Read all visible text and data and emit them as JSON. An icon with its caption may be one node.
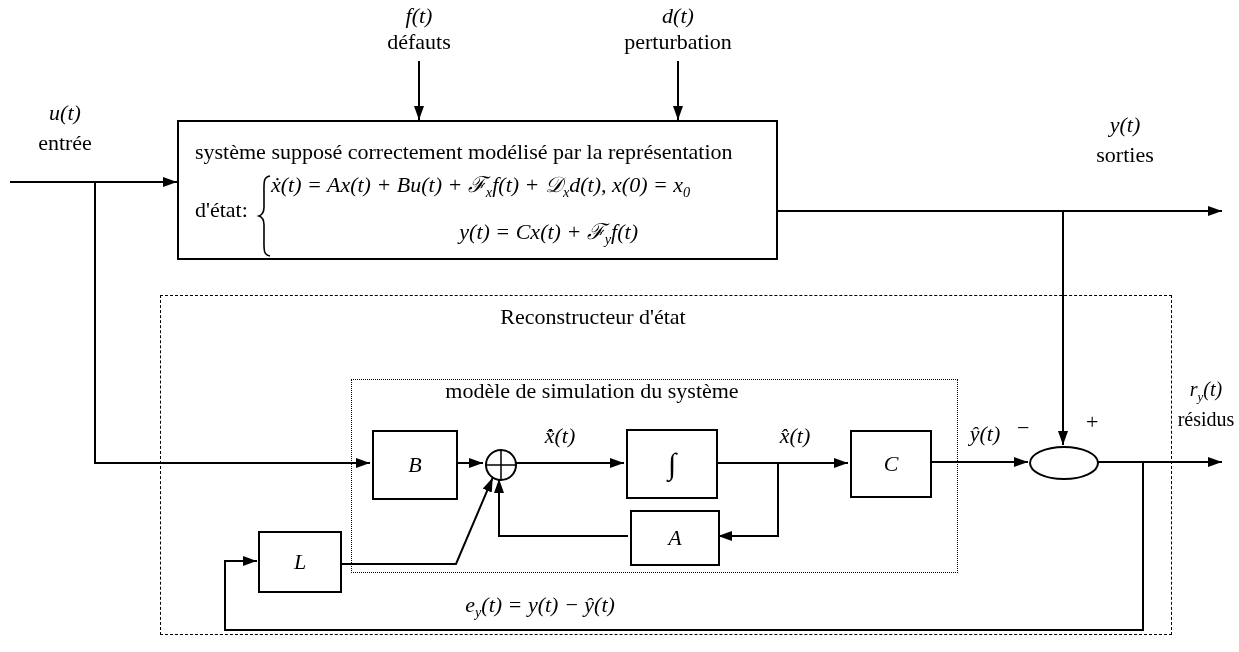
{
  "diagram": {
    "nodes": [
      {
        "text": [
          "système supposé correctement modélisé par la représentation d'état:",
          "ẋ(t) = Ax(t) + Bu(t) + ℱ$_{x}$f(t) + 𝒟$_{x}$d(t),  x(0) = x$_{0}$",
          "y(t) = Cx(t) + ℱ$_{y}$f(t)"
        ]
      },
      {
        "text": [
          "f(t)",
          "défauts"
        ]
      },
      {
        "text": [
          "d(t)",
          "perturbation"
        ]
      },
      {
        "text": [
          "Reconstructeur d'état"
        ]
      },
      {
        "text": [
          "modèle de simulation du système"
        ],
        "in": 3
      },
      {
        "text": [
          "B"
        ],
        "in": 4
      },
      {
        "text": [],
        "shape": "circle",
        "in": 4
      },
      {
        "text": [
          "∫"
        ],
        "in": 4
      },
      {
        "text": [
          "A"
        ],
        "in": 4
      },
      {
        "text": [
          "C"
        ],
        "in": 4
      },
      {
        "text": [
          "L"
        ],
        "in": 3
      },
      {
        "text": [],
        "shape": "circle",
        "in": 3,
        "beside": [
          "−",
          "+"
        ]
      }
    ],
    "edges": [
      {
        "from": null,
        "to": 0,
        "arrow": "to"
      },
      {
        "from": null,
        "to": 5,
        "arrow": "to"
      },
      {
        "from": 1,
        "to": 0,
        "arrow": "to"
      },
      {
        "from": 2,
        "to": 0,
        "arrow": "to"
      },
      {
        "from": 0,
        "to": null,
        "arrow": "to"
      },
      {
        "from": 0,
        "to": 11,
        "arrow": "to"
      },
      {
        "from": 5,
        "to": 6,
        "arrow": "to"
      },
      {
        "from": 6,
        "to": 7,
        "arrow": "to",
        "label": "x̂̇(t)"
      },
      {
        "from": 7,
        "to": 9,
        "arrow": "to",
        "label": "x̂(t)"
      },
      {
        "from": 7,
        "to": 8,
        "arrow": "to"
      },
      {
        "from": 8,
        "to": 6,
        "arrow": "to"
      },
      {
        "from": 9,
        "to": 11,
        "arrow": "to",
        "label": "ŷ(t)"
      },
      {
        "from": 11,
        "to": null,
        "arrow": "to"
      },
      {
        "from": 11,
        "to": 10,
        "arrow": "to"
      },
      {
        "from": 10,
        "to": 6,
        "arrow": "to"
      }
    ],
    "labels": [
      "u(t)",
      "entrée",
      "y(t)",
      "sorties",
      "r$_{y}$(t)",
      "résidus",
      "e$_{y}$(t) = y(t) − ŷ(t)"
    ]
  }
}
